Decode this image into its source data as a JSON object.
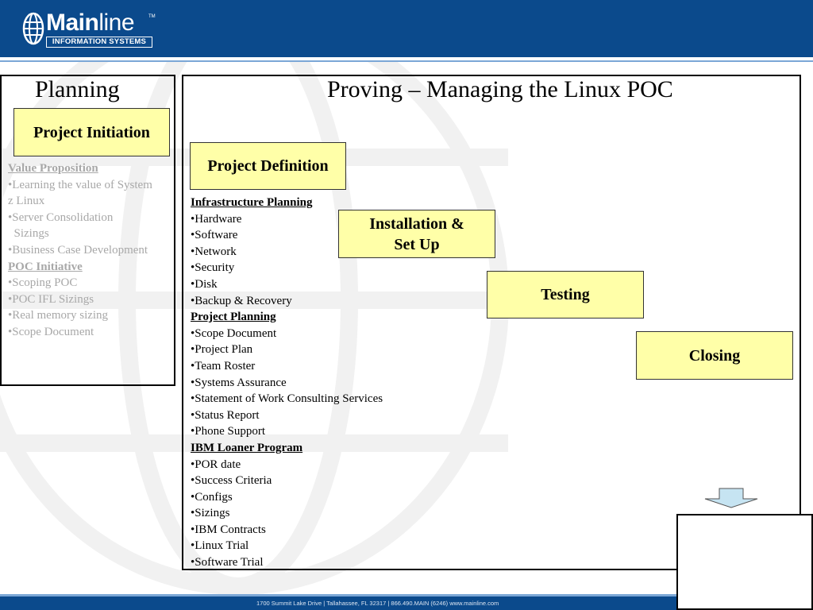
{
  "logo": {
    "word_bold": "Main",
    "word_light": "line",
    "trademark": "TM",
    "subtitle": "INFORMATION SYSTEMS"
  },
  "left": {
    "title": "Planning",
    "box_label": "Project Initiation",
    "list": [
      {
        "text": "Value Proposition",
        "header": true
      },
      {
        "text": "•Learning the value of System",
        "header": false
      },
      {
        "text": "z Linux",
        "header": false
      },
      {
        "text": "•Server Consolidation",
        "header": false
      },
      {
        "text": "  Sizings",
        "header": false
      },
      {
        "text": "•Business Case Development",
        "header": false
      },
      {
        "text": "POC Initiative",
        "header": true
      },
      {
        "text": "•Scoping POC",
        "header": false
      },
      {
        "text": "•POC IFL Sizings",
        "header": false
      },
      {
        "text": "•Real memory sizing",
        "header": false
      },
      {
        "text": "•Scope Document",
        "header": false
      }
    ]
  },
  "main": {
    "title": "Proving – Managing the Linux POC",
    "phases": {
      "definition": "Project Definition",
      "installation_line1": "Installation &",
      "installation_line2": "Set Up",
      "testing": "Testing",
      "closing": "Closing"
    },
    "list": [
      {
        "text": "Infrastructure Planning",
        "header": true
      },
      {
        "text": "•Hardware",
        "header": false
      },
      {
        "text": "•Software",
        "header": false
      },
      {
        "text": "•Network",
        "header": false
      },
      {
        "text": "•Security",
        "header": false
      },
      {
        "text": "•Disk",
        "header": false
      },
      {
        "text": "•Backup & Recovery",
        "header": false
      },
      {
        "text": "Project Planning",
        "header": true
      },
      {
        "text": "•Scope Document",
        "header": false
      },
      {
        "text": "•Project Plan",
        "header": false
      },
      {
        "text": "•Team Roster",
        "header": false
      },
      {
        "text": "•Systems Assurance",
        "header": false
      },
      {
        "text": "•Statement of Work Consulting Services",
        "header": false
      },
      {
        "text": "•Status Report",
        "header": false
      },
      {
        "text": "•Phone Support",
        "header": false
      },
      {
        "text": "IBM Loaner Program",
        "header": true
      },
      {
        "text": "•POR date",
        "header": false
      },
      {
        "text": "•Success Criteria",
        "header": false
      },
      {
        "text": "•Configs",
        "header": false
      },
      {
        "text": "•Sizings",
        "header": false
      },
      {
        "text": "•IBM Contracts",
        "header": false
      },
      {
        "text": "•Linux Trial",
        "header": false
      },
      {
        "text": "•Software Trial",
        "header": false
      }
    ]
  },
  "footer": {
    "text": "1700 Summit Lake Drive  |  Tallahassee, FL   32317  |  866.490.MAIN (6246)     www.mainline.com"
  },
  "colors": {
    "header_blue": "#0b4a8c",
    "box_yellow": "#ffffa8",
    "muted_text": "#a8a8a8",
    "arrow_fill": "#c6e4f2"
  }
}
